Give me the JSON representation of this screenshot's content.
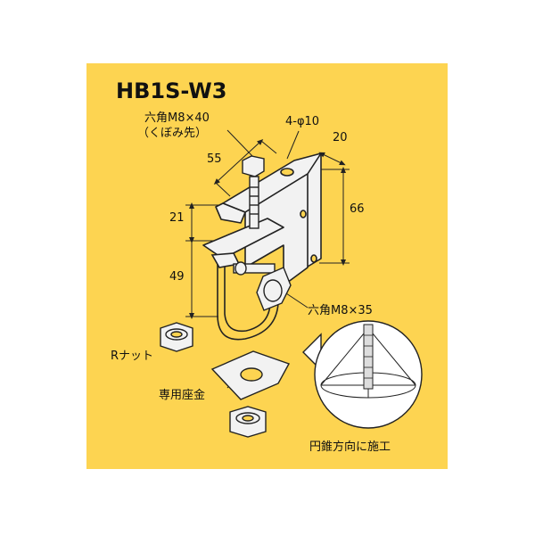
{
  "title": "HB1S-W3",
  "labels": {
    "top_bolt_line1": "六角M8×40",
    "top_bolt_line2": "（くぼみ先）",
    "holes": "4-φ10",
    "depth": "20",
    "width": "55",
    "height": "66",
    "gap_upper": "21",
    "gap_lower": "49",
    "side_bolt": "六角M8×35",
    "r_nut": "Rナット",
    "washer": "専用座金",
    "cone_note": "円錐方向に施工"
  },
  "colors": {
    "background": "#fdd451",
    "metal": "#f2f2f2",
    "outline": "#222222"
  }
}
